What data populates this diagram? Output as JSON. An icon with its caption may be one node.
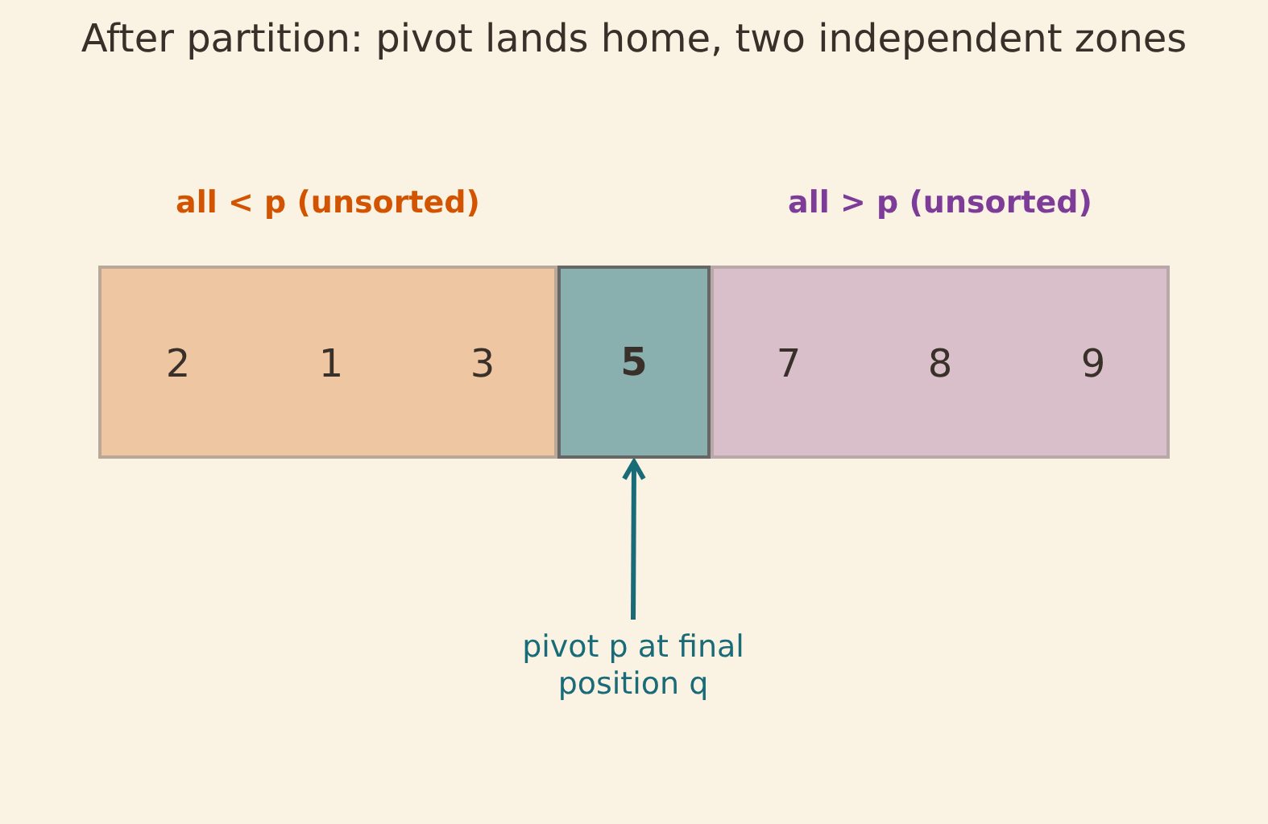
{
  "diagram": {
    "title": "After partition: pivot lands home, two independent zones",
    "nodes": [
      {
        "text": [
          "all < p (unsorted)"
        ]
      },
      {
        "text": [
          "2"
        ],
        "in": 0
      },
      {
        "text": [
          "1"
        ],
        "in": 0
      },
      {
        "text": [
          "3"
        ],
        "in": 0
      },
      {
        "text": [
          "5"
        ]
      },
      {
        "text": [
          "all > p (unsorted)"
        ]
      },
      {
        "text": [
          "7"
        ],
        "in": 5
      },
      {
        "text": [
          "8"
        ],
        "in": 5
      },
      {
        "text": [
          "9"
        ],
        "in": 5
      },
      {
        "text": [
          "pivot p at final position q"
        ]
      }
    ],
    "edges": [
      {
        "from": 9,
        "to": 4,
        "arrow": "to",
        "color": "#1a6b78"
      }
    ]
  }
}
